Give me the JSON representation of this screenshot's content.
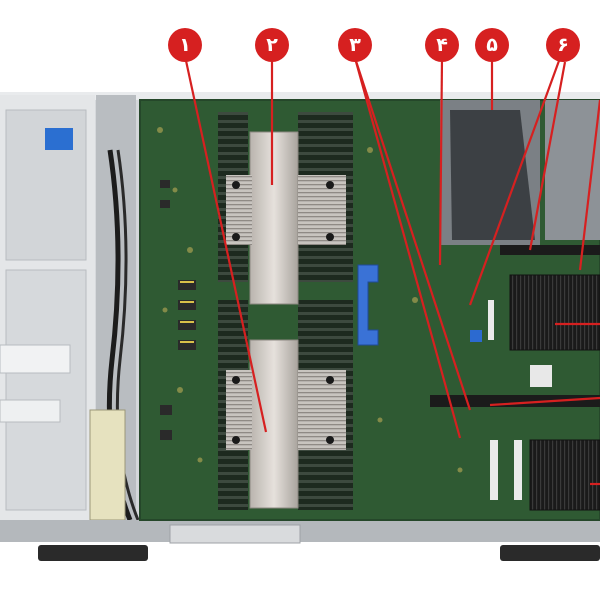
{
  "image": {
    "subject": "server-motherboard",
    "accent_color": "#d62020",
    "board_color": "#2f5a33",
    "chassis_color": "#cfd3d6"
  },
  "markers": [
    {
      "label": "۱"
    },
    {
      "label": "۲"
    },
    {
      "label": "۳"
    },
    {
      "label": "۴"
    },
    {
      "label": "۵"
    },
    {
      "label": "۶"
    }
  ]
}
